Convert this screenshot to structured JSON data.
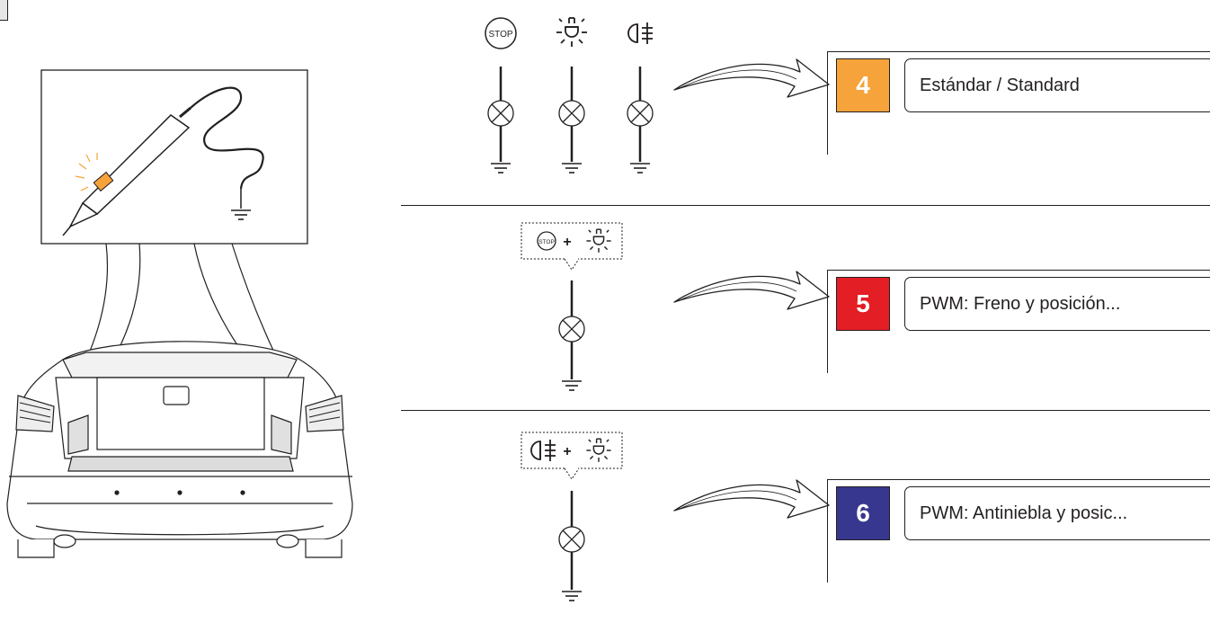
{
  "options": [
    {
      "number": "4",
      "label": "Estándar / Standard",
      "color": "#f5a33a"
    },
    {
      "number": "5",
      "label": "PWM: Freno y posición...",
      "color": "#e31e24"
    },
    {
      "number": "6",
      "label": "PWM: Antiniebla y posic...",
      "color": "#38378f"
    }
  ],
  "symbols": {
    "stop_text": "STOP",
    "plus": "+"
  },
  "icons": [
    "stop-lamp-icon",
    "position-lamp-icon",
    "fog-lamp-icon",
    "bulb-icon",
    "ground-icon",
    "test-probe-icon",
    "car-rear-icon",
    "arrow-icon"
  ]
}
